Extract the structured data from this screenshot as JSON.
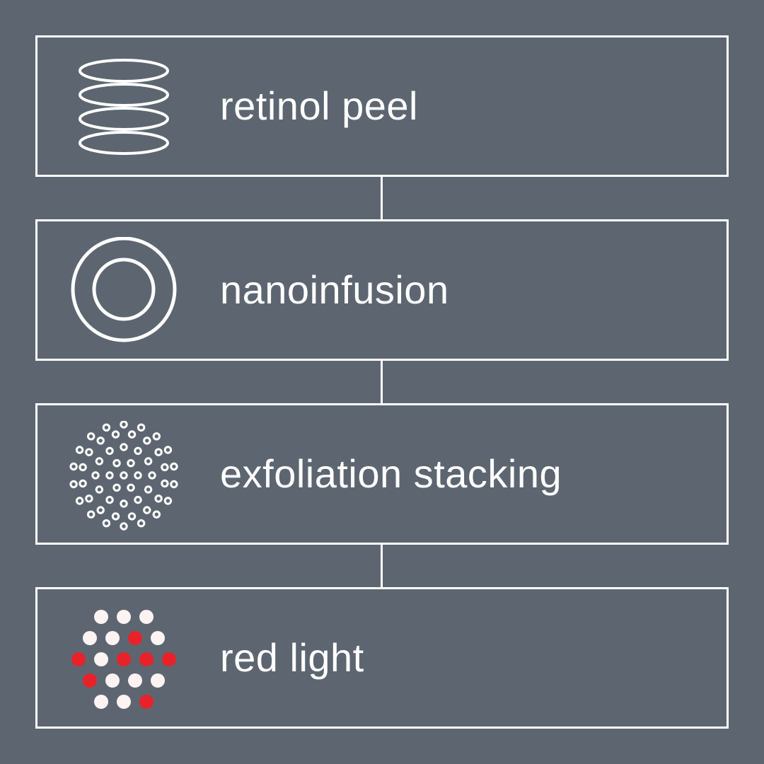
{
  "steps": [
    {
      "label": "retinol peel",
      "icon": "stacked-layers-icon"
    },
    {
      "label": "nanoinfusion",
      "icon": "concentric-rings-icon"
    },
    {
      "label": "exfoliation stacking",
      "icon": "dotted-circle-icon"
    },
    {
      "label": "red light",
      "icon": "red-light-dots-icon"
    }
  ],
  "colors": {
    "background": "#5d6670",
    "line": "#ffffff",
    "accent_red": "#e8222a",
    "dot_white": "#fdf3f3"
  }
}
